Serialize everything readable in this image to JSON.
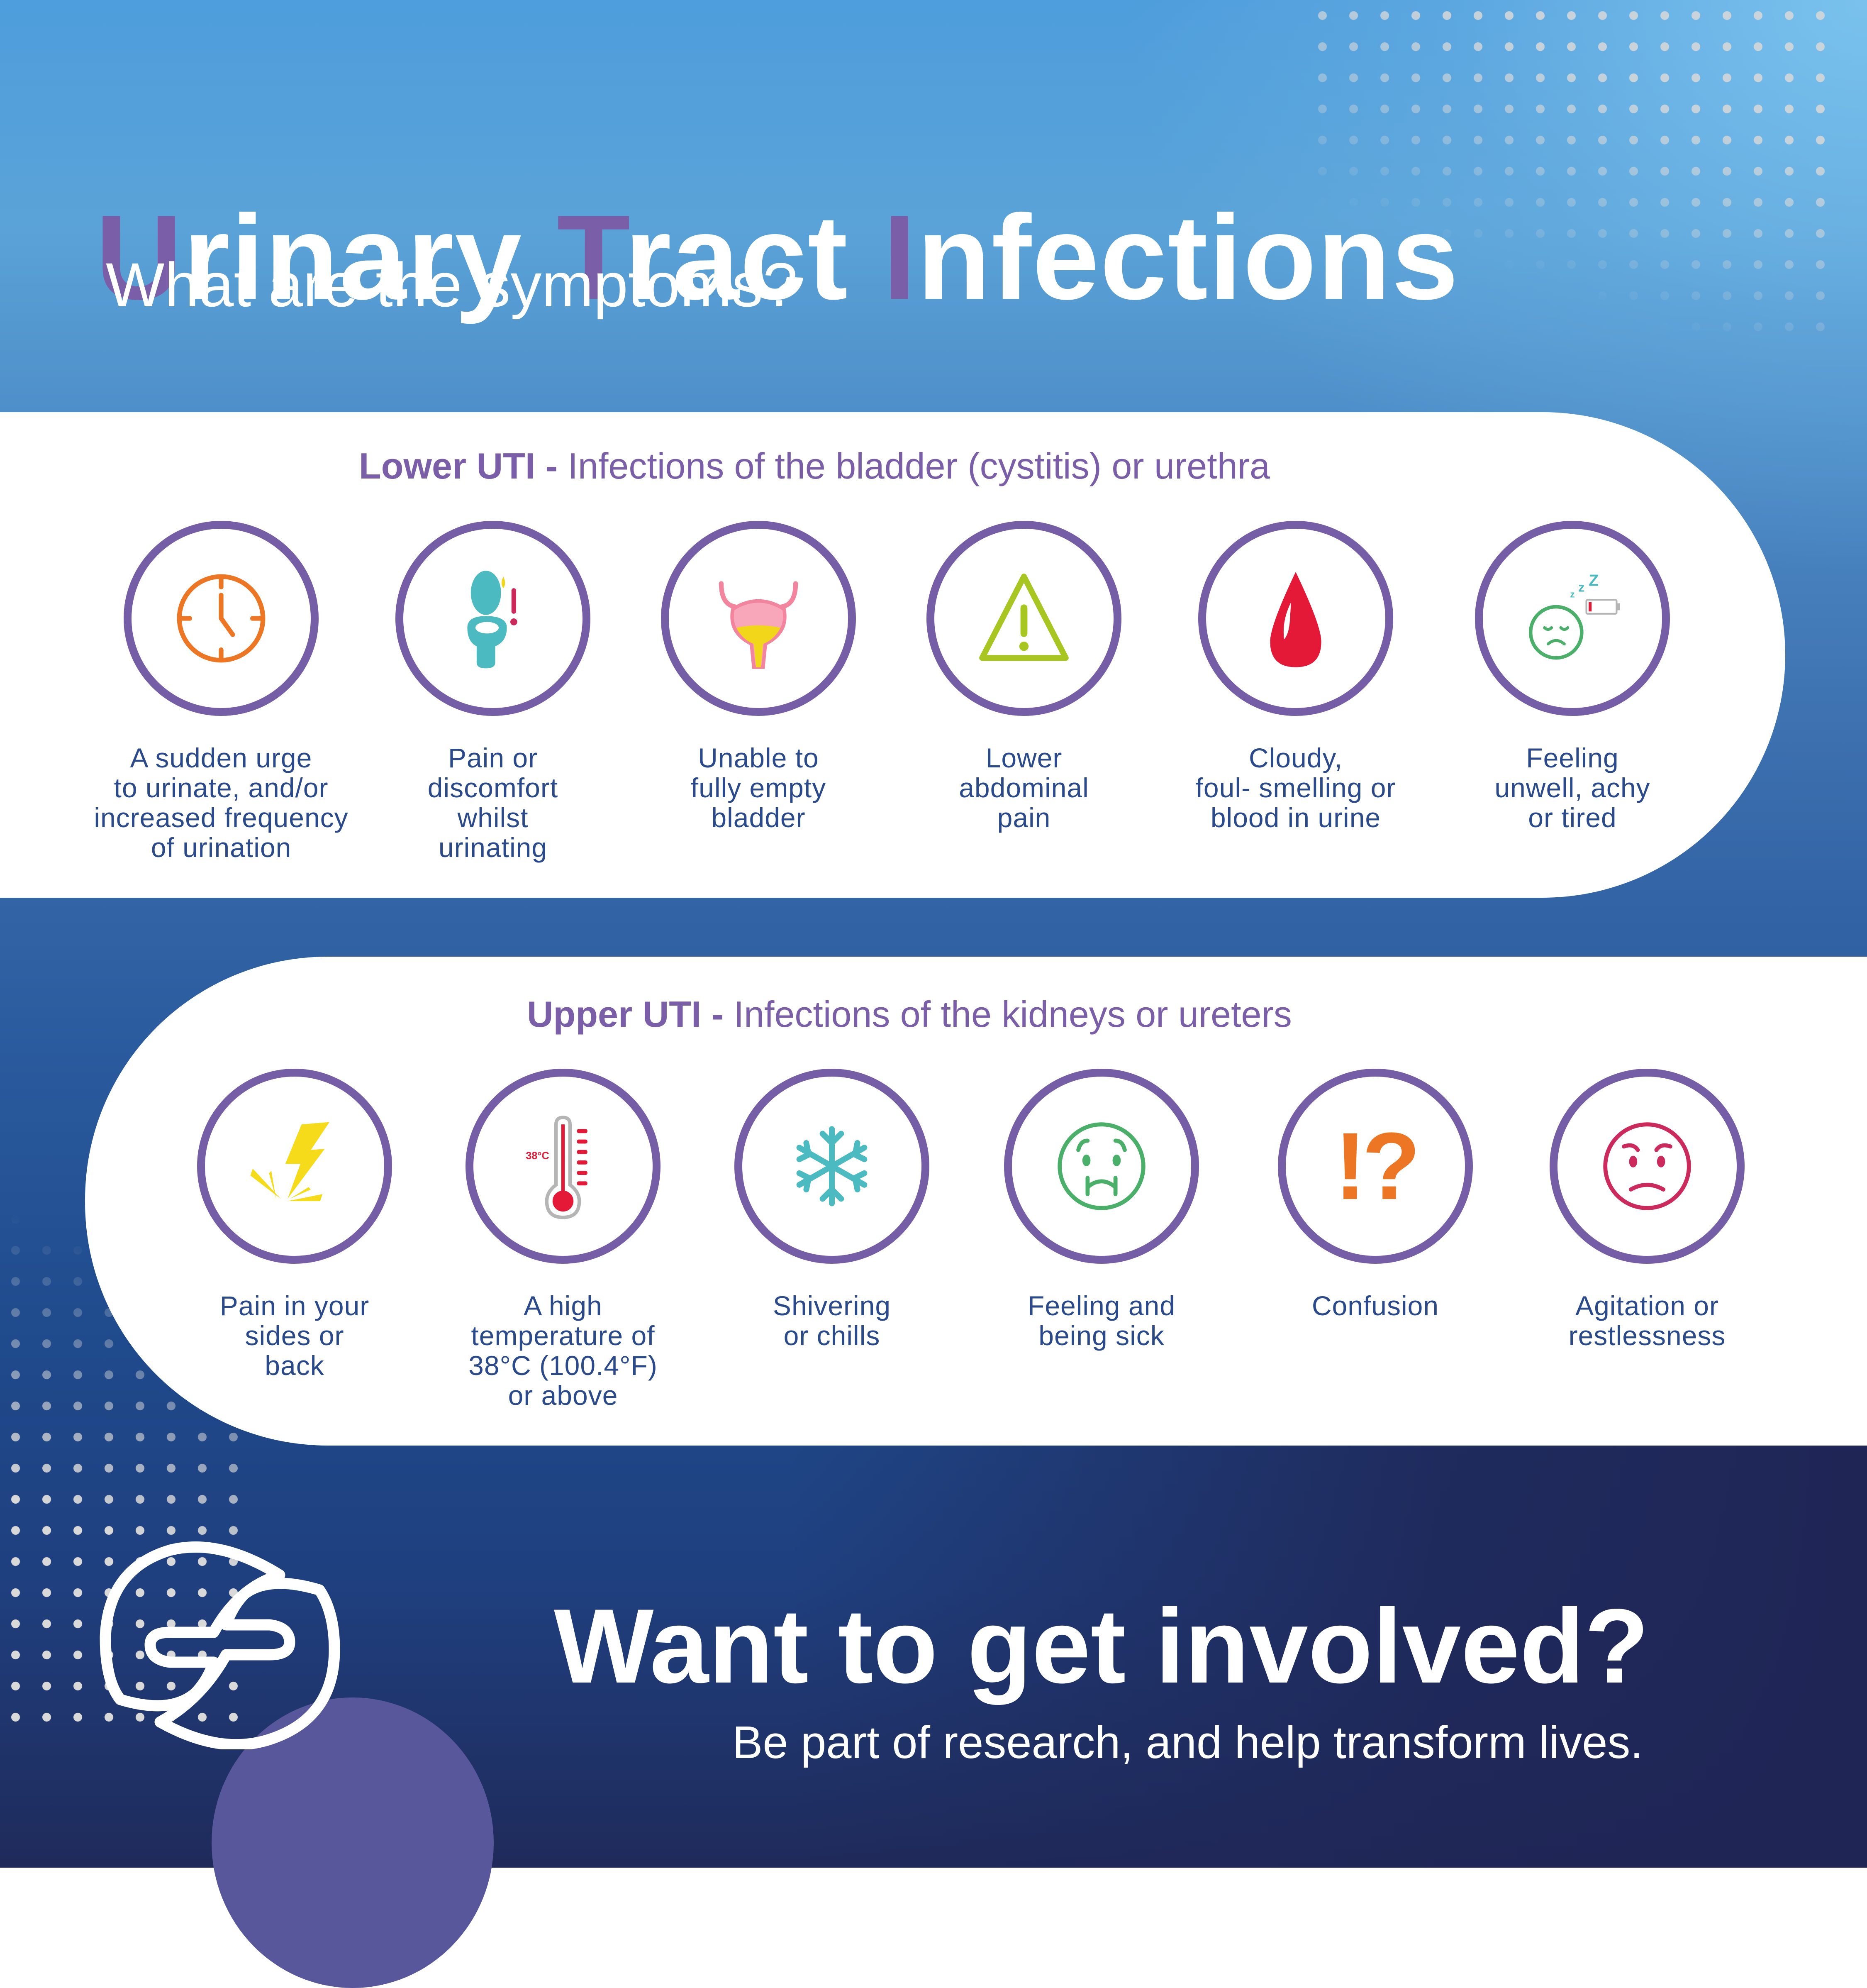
{
  "header": {
    "title_parts": [
      {
        "accent": "U",
        "rest": "rinary "
      },
      {
        "accent": "T",
        "rest": "ract "
      },
      {
        "accent": "I",
        "rest": "nfections"
      }
    ],
    "subtitle": "What are the symptoms?"
  },
  "colors": {
    "accent_purple": "#7a5ea8",
    "circle_border": "#765ea7",
    "label_text": "#2a4a8c",
    "bg_top": "#4e9ddc",
    "bg_bottom": "#1f2656"
  },
  "lower": {
    "heading_bold": "Lower UTI -",
    "heading_rest": " Infections of the bladder (cystitis) or urethra",
    "items": [
      {
        "icon": "clock-icon",
        "label": "A sudden urge\nto urinate, and/or\nincreased frequency\nof urination"
      },
      {
        "icon": "toilet-icon",
        "label": "Pain or\ndiscomfort\nwhilst\nurinating"
      },
      {
        "icon": "bladder-icon",
        "label": "Unable to\nfully empty\nbladder"
      },
      {
        "icon": "warning-triangle-icon",
        "label": "Lower\nabdominal\npain"
      },
      {
        "icon": "blood-drop-icon",
        "label": "Cloudy,\nfoul- smelling or\nblood in urine"
      },
      {
        "icon": "tired-face-battery-icon",
        "label": "Feeling\nunwell, achy\nor tired"
      }
    ]
  },
  "upper": {
    "heading_bold": "Upper UTI -",
    "heading_rest": " Infections of the kidneys or ureters",
    "items": [
      {
        "icon": "lightning-pain-icon",
        "label": "Pain in your\nsides or\nback"
      },
      {
        "icon": "thermometer-icon",
        "icon_text": "38°C",
        "label": "A high\ntemperature of\n38°C (100.4°F)\nor above"
      },
      {
        "icon": "snowflake-icon",
        "label": "Shivering\nor chills"
      },
      {
        "icon": "sick-face-icon",
        "label": "Feeling and\nbeing sick"
      },
      {
        "icon": "interrobang-icon",
        "icon_text": "!?",
        "label": "Confusion"
      },
      {
        "icon": "angry-face-icon",
        "label": "Agitation or\nrestlessness"
      }
    ]
  },
  "cta": {
    "title": "Want to get involved?",
    "subtitle": "Be part of research, and help transform lives."
  },
  "logo": {
    "icon": "org-logo-icon"
  }
}
